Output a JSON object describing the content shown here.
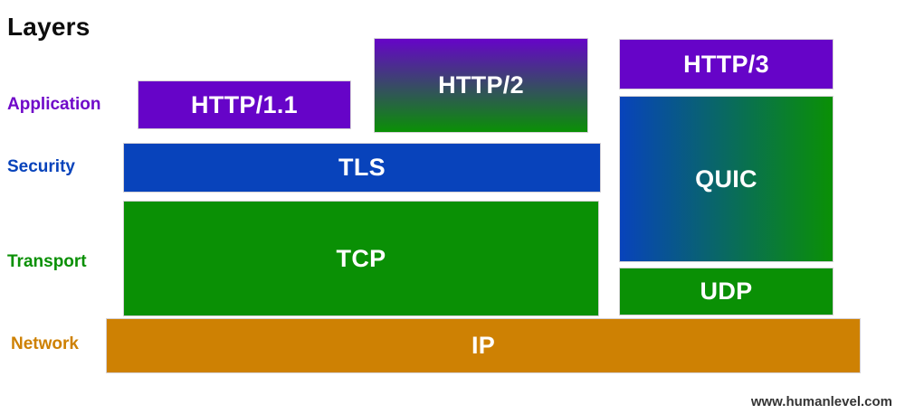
{
  "title": "Layers",
  "watermark": "www.humanlevel.com",
  "colors": {
    "purple": "#6604c8",
    "blue": "#0843bb",
    "green": "#0a9005",
    "orange": "#ce8103",
    "box_text": "#ffffff",
    "title_text": "#0d0d0d",
    "watermark_text": "#343434"
  },
  "layer_labels": [
    {
      "label": "Application",
      "color": "#7009c9"
    },
    {
      "label": "Security",
      "color": "#0843bb"
    },
    {
      "label": "Transport",
      "color": "#0a9005"
    },
    {
      "label": "Network",
      "color": "#ce8103"
    }
  ],
  "boxes": [
    {
      "id": "http11",
      "label": "HTTP/1.1",
      "layer": "Application",
      "fill": {
        "type": "solid",
        "color": "#6604c8"
      }
    },
    {
      "id": "http2",
      "label": "HTTP/2",
      "layer": "Application",
      "fill": {
        "type": "gradient",
        "from": "#6604c8",
        "to": "#0a9005",
        "direction": "vertical"
      }
    },
    {
      "id": "http3",
      "label": "HTTP/3",
      "layer": "Application",
      "fill": {
        "type": "solid",
        "color": "#6604c8"
      }
    },
    {
      "id": "tls",
      "label": "TLS",
      "layer": "Security",
      "fill": {
        "type": "solid",
        "color": "#0843bb"
      }
    },
    {
      "id": "quic",
      "label": "QUIC",
      "layer": "Security / Transport",
      "fill": {
        "type": "gradient",
        "from": "#0843bb",
        "to": "#0a9005",
        "direction": "horizontal"
      }
    },
    {
      "id": "tcp",
      "label": "TCP",
      "layer": "Transport",
      "fill": {
        "type": "solid",
        "color": "#0a9005"
      }
    },
    {
      "id": "udp",
      "label": "UDP",
      "layer": "Transport",
      "fill": {
        "type": "solid",
        "color": "#0a9005"
      }
    },
    {
      "id": "ip",
      "label": "IP",
      "layer": "Network",
      "fill": {
        "type": "solid",
        "color": "#ce8103"
      }
    }
  ]
}
